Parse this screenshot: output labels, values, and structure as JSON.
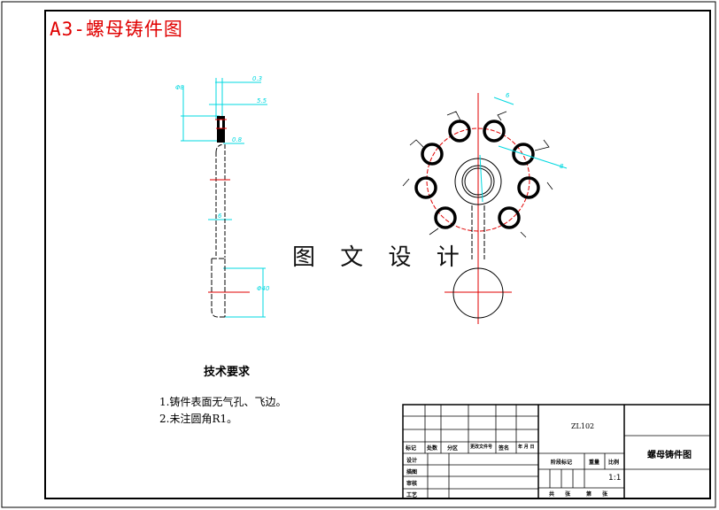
{
  "title": "A3-螺母铸件图",
  "watermark": "图 文 设 计",
  "requirements": {
    "heading": "技术要求",
    "items": [
      "1.铸件表面无气孔、飞边。",
      "2.未注圆角R1。"
    ]
  },
  "dimensions": {
    "d1": "0.3",
    "d2": "5.5",
    "d3": "Φ8",
    "d4": "0.8",
    "d5": "6",
    "d6": "Φ40",
    "d7": "6",
    "d8": "8"
  },
  "title_block": {
    "material": "ZL102",
    "drawing_name": "螺母铸件图",
    "rev_headers": [
      "标记",
      "处数",
      "分区",
      "更改文件号",
      "签名",
      "年 月 日"
    ],
    "roles": [
      "设计",
      "描图",
      "审核",
      "工艺"
    ],
    "stage_label": "阶段标记",
    "weight_label": "重量",
    "scale_label": "比例",
    "scale": "1:1",
    "sheet_total": "共 张",
    "sheet_no": "第 张"
  },
  "colors": {
    "frame": "#000000",
    "centerline": "#e00000",
    "dimension": "#00d8e0",
    "title": "#e00000"
  }
}
